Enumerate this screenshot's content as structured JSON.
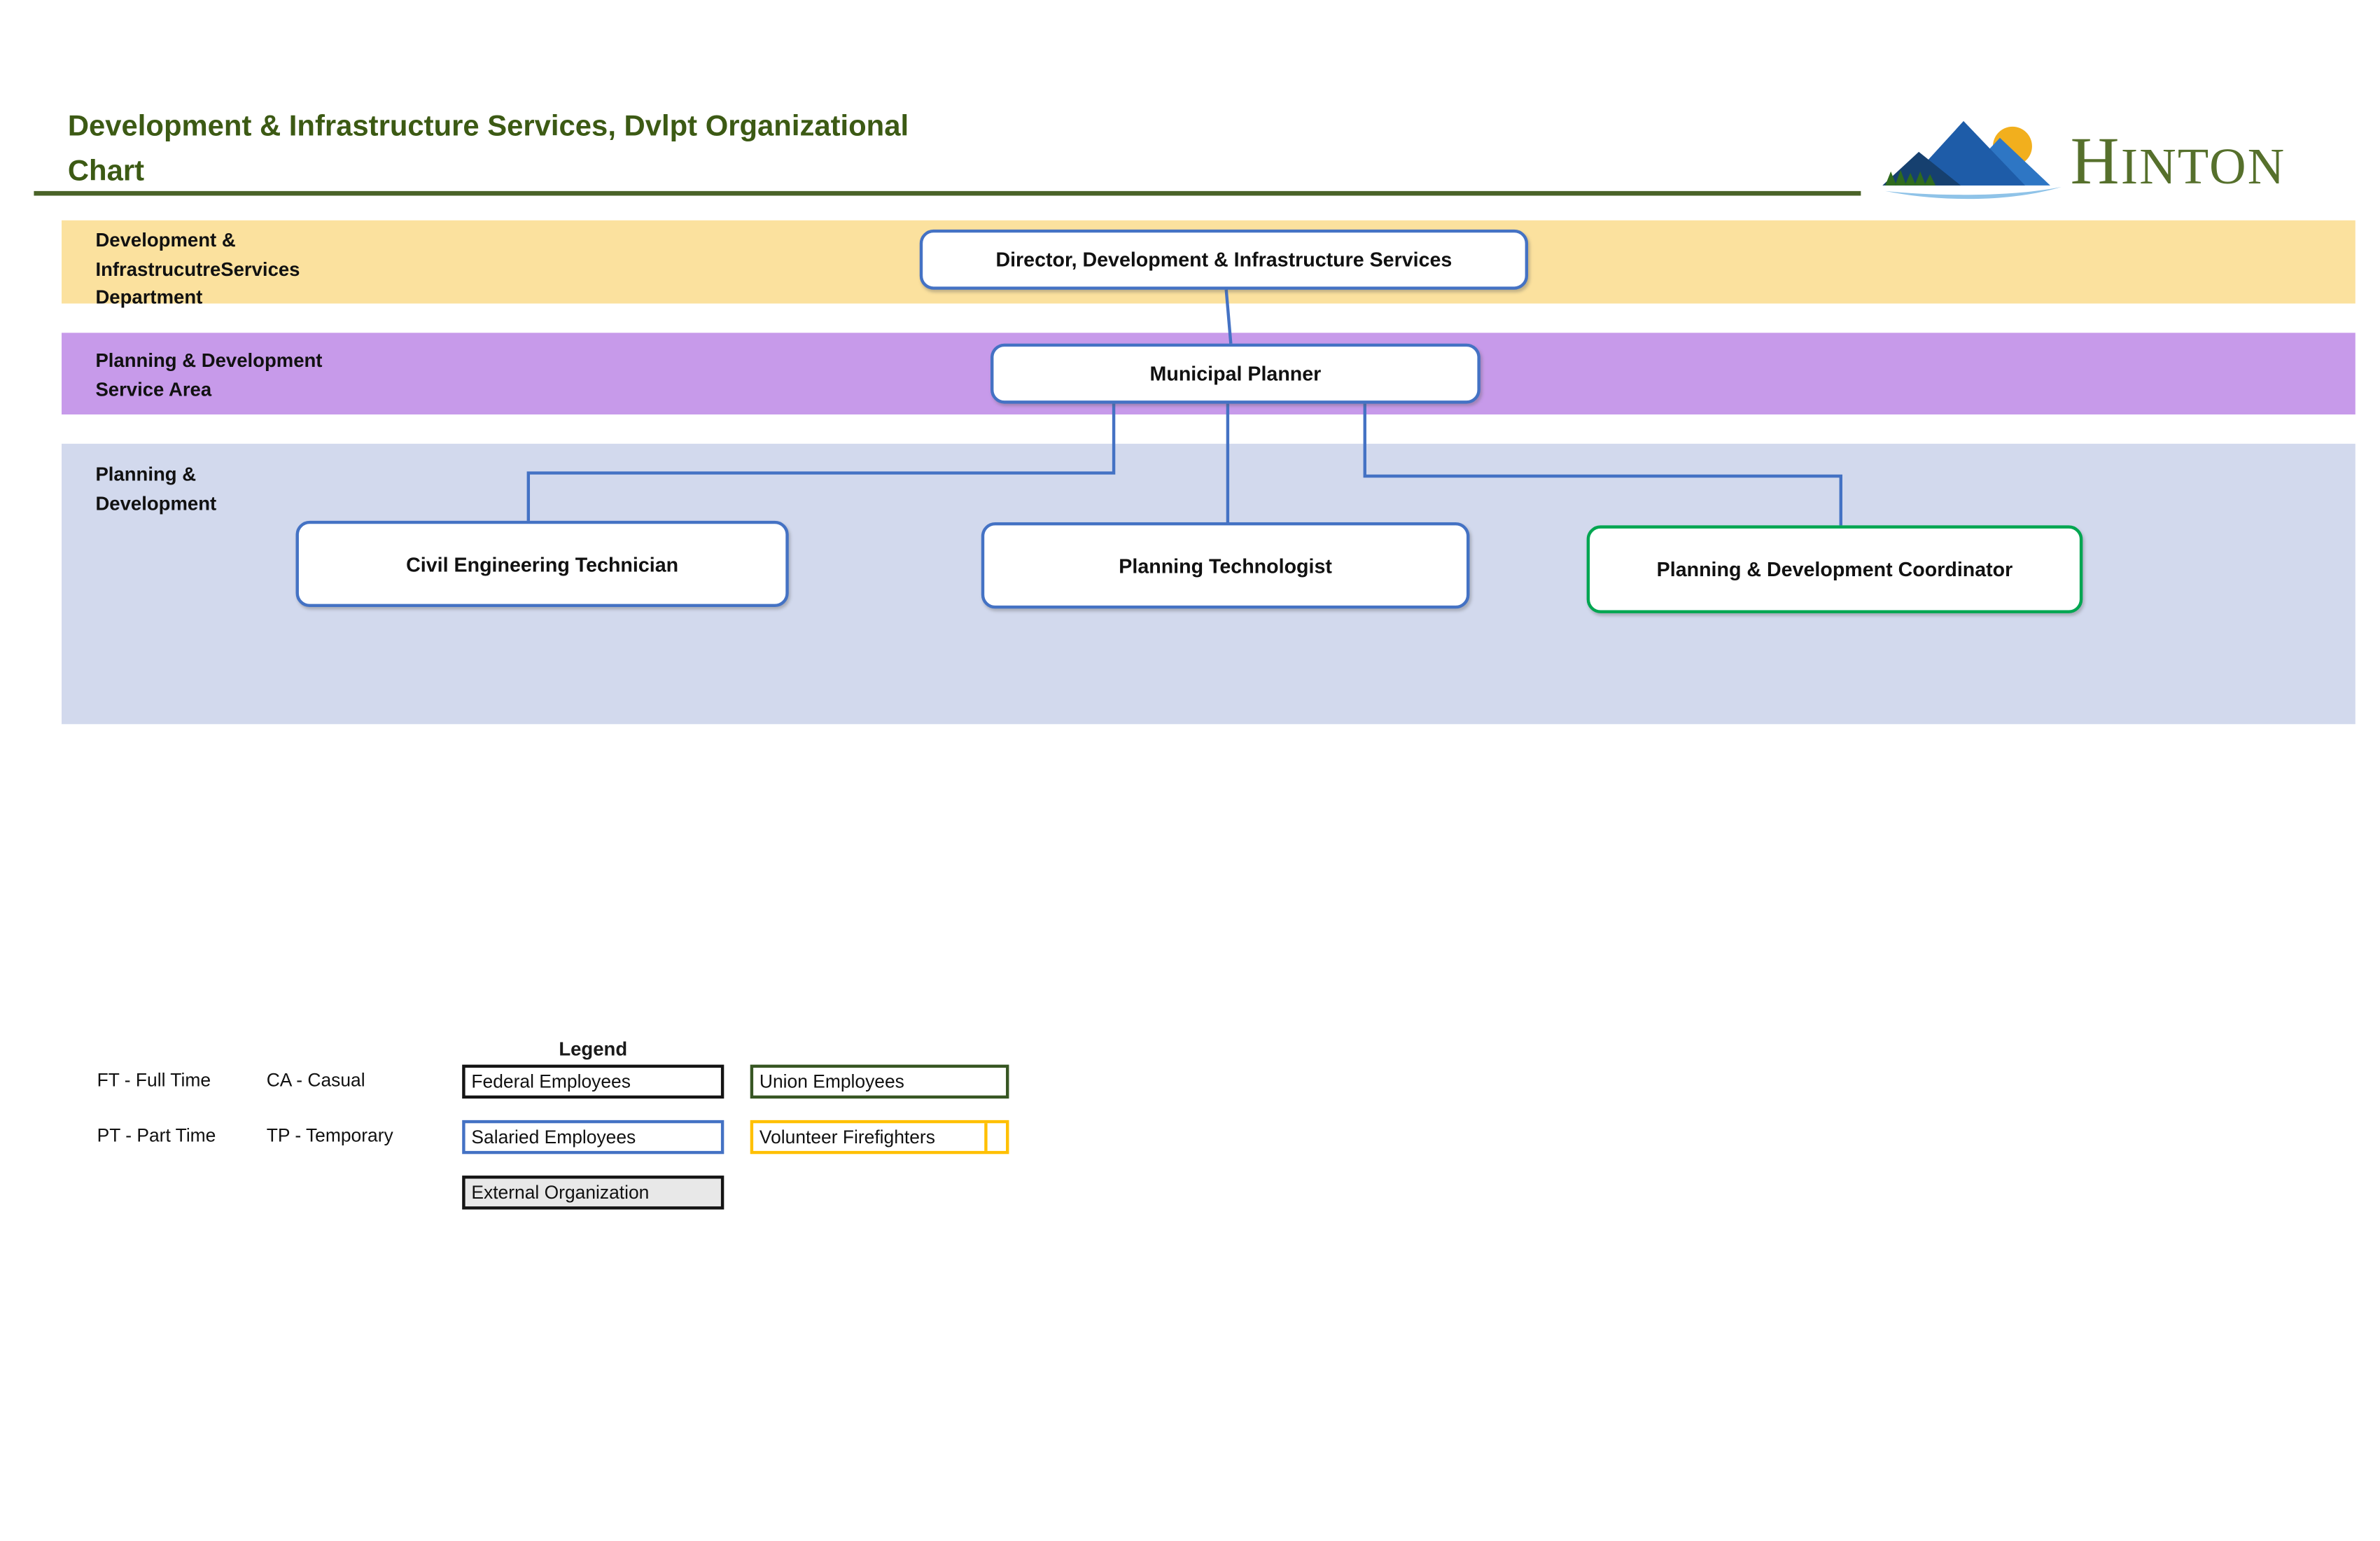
{
  "header": {
    "title": "Development & Infrastructure Services, Dvlpt Organizational\nChart",
    "logo": {
      "initial": "H",
      "rest": "INTON",
      "text_color": "#56702c"
    }
  },
  "bands": {
    "department": {
      "label": "Development &\nInfrastrucutreServices\nDepartment",
      "color": "#fbe19e"
    },
    "service_area": {
      "label": "Planning & Development\nService Area",
      "color": "#c79aea"
    },
    "group": {
      "label": "Planning &\nDevelopment",
      "color": "#d2d9ed"
    }
  },
  "nodes": {
    "director": {
      "label": "Director, Development & Infrastructure Services",
      "border_color": "#4472c4"
    },
    "municipal_planner": {
      "label": "Municipal Planner",
      "border_color": "#4472c4"
    },
    "civil_engineering_technician": {
      "label": "Civil Engineering Technician",
      "border_color": "#4472c4"
    },
    "planning_technologist": {
      "label": "Planning Technologist",
      "border_color": "#4472c4"
    },
    "planning_development_coordinator": {
      "label": "Planning & Development Coordinator",
      "border_color": "#00a651"
    }
  },
  "hierarchy": {
    "director": [
      "municipal_planner"
    ],
    "municipal_planner": [
      "civil_engineering_technician",
      "planning_technologist",
      "planning_development_coordinator"
    ]
  },
  "legend": {
    "title": "Legend",
    "abbreviations": [
      "FT - Full Time",
      "CA - Casual",
      "PT - Part Time",
      "TP - Temporary"
    ],
    "items": [
      {
        "label": "Federal Employees",
        "border_color": "#141414",
        "fill": "#ffffff"
      },
      {
        "label": "Union Employees",
        "border_color": "#375623",
        "fill": "#ffffff"
      },
      {
        "label": "Salaried Employees",
        "border_color": "#4472c4",
        "fill": "#ffffff"
      },
      {
        "label": "Volunteer Firefighters",
        "border_color": "#ffc000",
        "fill": "#ffffff"
      },
      {
        "label": "External Organization",
        "border_color": "#141414",
        "fill": "#e8e8e8"
      }
    ]
  },
  "colors": {
    "connector": "#4472c4",
    "title_text": "#3c5a14",
    "title_rule": "#4a6328"
  }
}
